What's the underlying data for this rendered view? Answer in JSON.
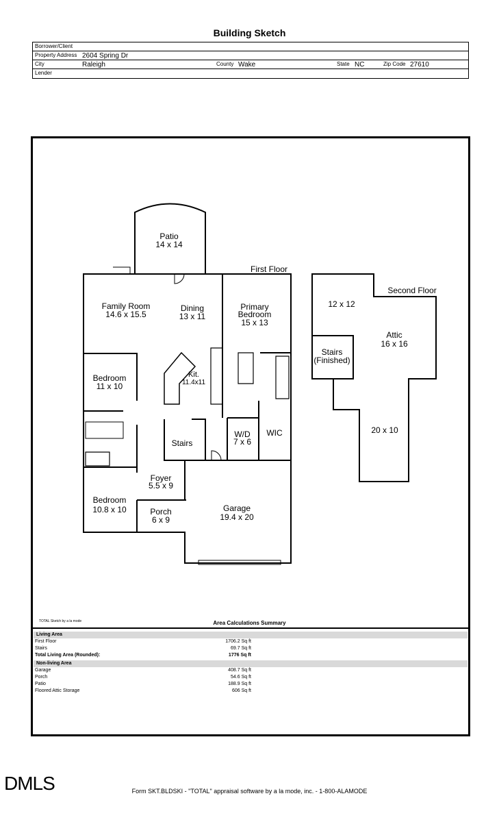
{
  "title": "Building Sketch",
  "header": {
    "borrower_label": "Borrower/Client",
    "borrower": "",
    "address_label": "Property Address",
    "address": "2604 Spring Dr",
    "city_label": "City",
    "city": "Raleigh",
    "county_label": "County",
    "county": "Wake",
    "state_label": "State",
    "state": "NC",
    "zip_label": "Zip Code",
    "zip": "27610",
    "lender_label": "Lender",
    "lender": ""
  },
  "floorplan": {
    "first_floor_label": "First Floor",
    "second_floor_label": "Second Floor",
    "rooms": {
      "patio": {
        "name": "Patio",
        "dims": "14 x 14"
      },
      "family": {
        "name": "Family Room",
        "dims": "14.6 x 15.5"
      },
      "dining": {
        "name": "Dining",
        "dims": "13 x 11"
      },
      "primary": {
        "name": "Primary",
        "name2": "Bedroom",
        "dims": "15 x 13"
      },
      "kitchen": {
        "name": "Kit.",
        "dims": "11.4x11"
      },
      "bedroom1": {
        "name": "Bedroom",
        "dims": "11 x 10"
      },
      "stairs": {
        "name": "Stairs"
      },
      "wd": {
        "name": "W/D",
        "dims": "7 x 6"
      },
      "wic": {
        "name": "WIC"
      },
      "foyer": {
        "name": "Foyer",
        "dims": "5.5 x 9"
      },
      "bedroom2": {
        "name": "Bedroom",
        "dims": "10.8 x 10"
      },
      "porch": {
        "name": "Porch",
        "dims": "6 x 9"
      },
      "garage": {
        "name": "Garage",
        "dims": "19.4 x 20"
      },
      "room12": {
        "dims": "12 x 12"
      },
      "attic": {
        "name": "Attic",
        "dims": "16 x 16"
      },
      "stairs2": {
        "name": "Stairs",
        "name2": "(Finished)"
      },
      "room20": {
        "dims": "20 x 10"
      }
    }
  },
  "credit": "TOTAL Sketch by a la mode",
  "summary": {
    "title": "Area Calculations Summary",
    "living_header": "Living Area",
    "living": [
      {
        "label": "First Floor",
        "value": "1706.2 Sq ft"
      },
      {
        "label": "Stairs",
        "value": "69.7 Sq ft"
      }
    ],
    "total_label": "Total Living Area (Rounded):",
    "total_value": "1776 Sq ft",
    "nonliving_header": "Non-living Area",
    "nonliving": [
      {
        "label": "Garage",
        "value": "408.7 Sq ft"
      },
      {
        "label": "Porch",
        "value": "54.6 Sq ft"
      },
      {
        "label": "Patio",
        "value": "188.9 Sq ft"
      },
      {
        "label": "Floored Attic Storage",
        "value": "606 Sq ft"
      }
    ]
  },
  "logo": "DMLS",
  "footer": "Form SKT.BLDSKI - \"TOTAL\" appraisal software by a la mode, inc. - 1-800-ALAMODE"
}
